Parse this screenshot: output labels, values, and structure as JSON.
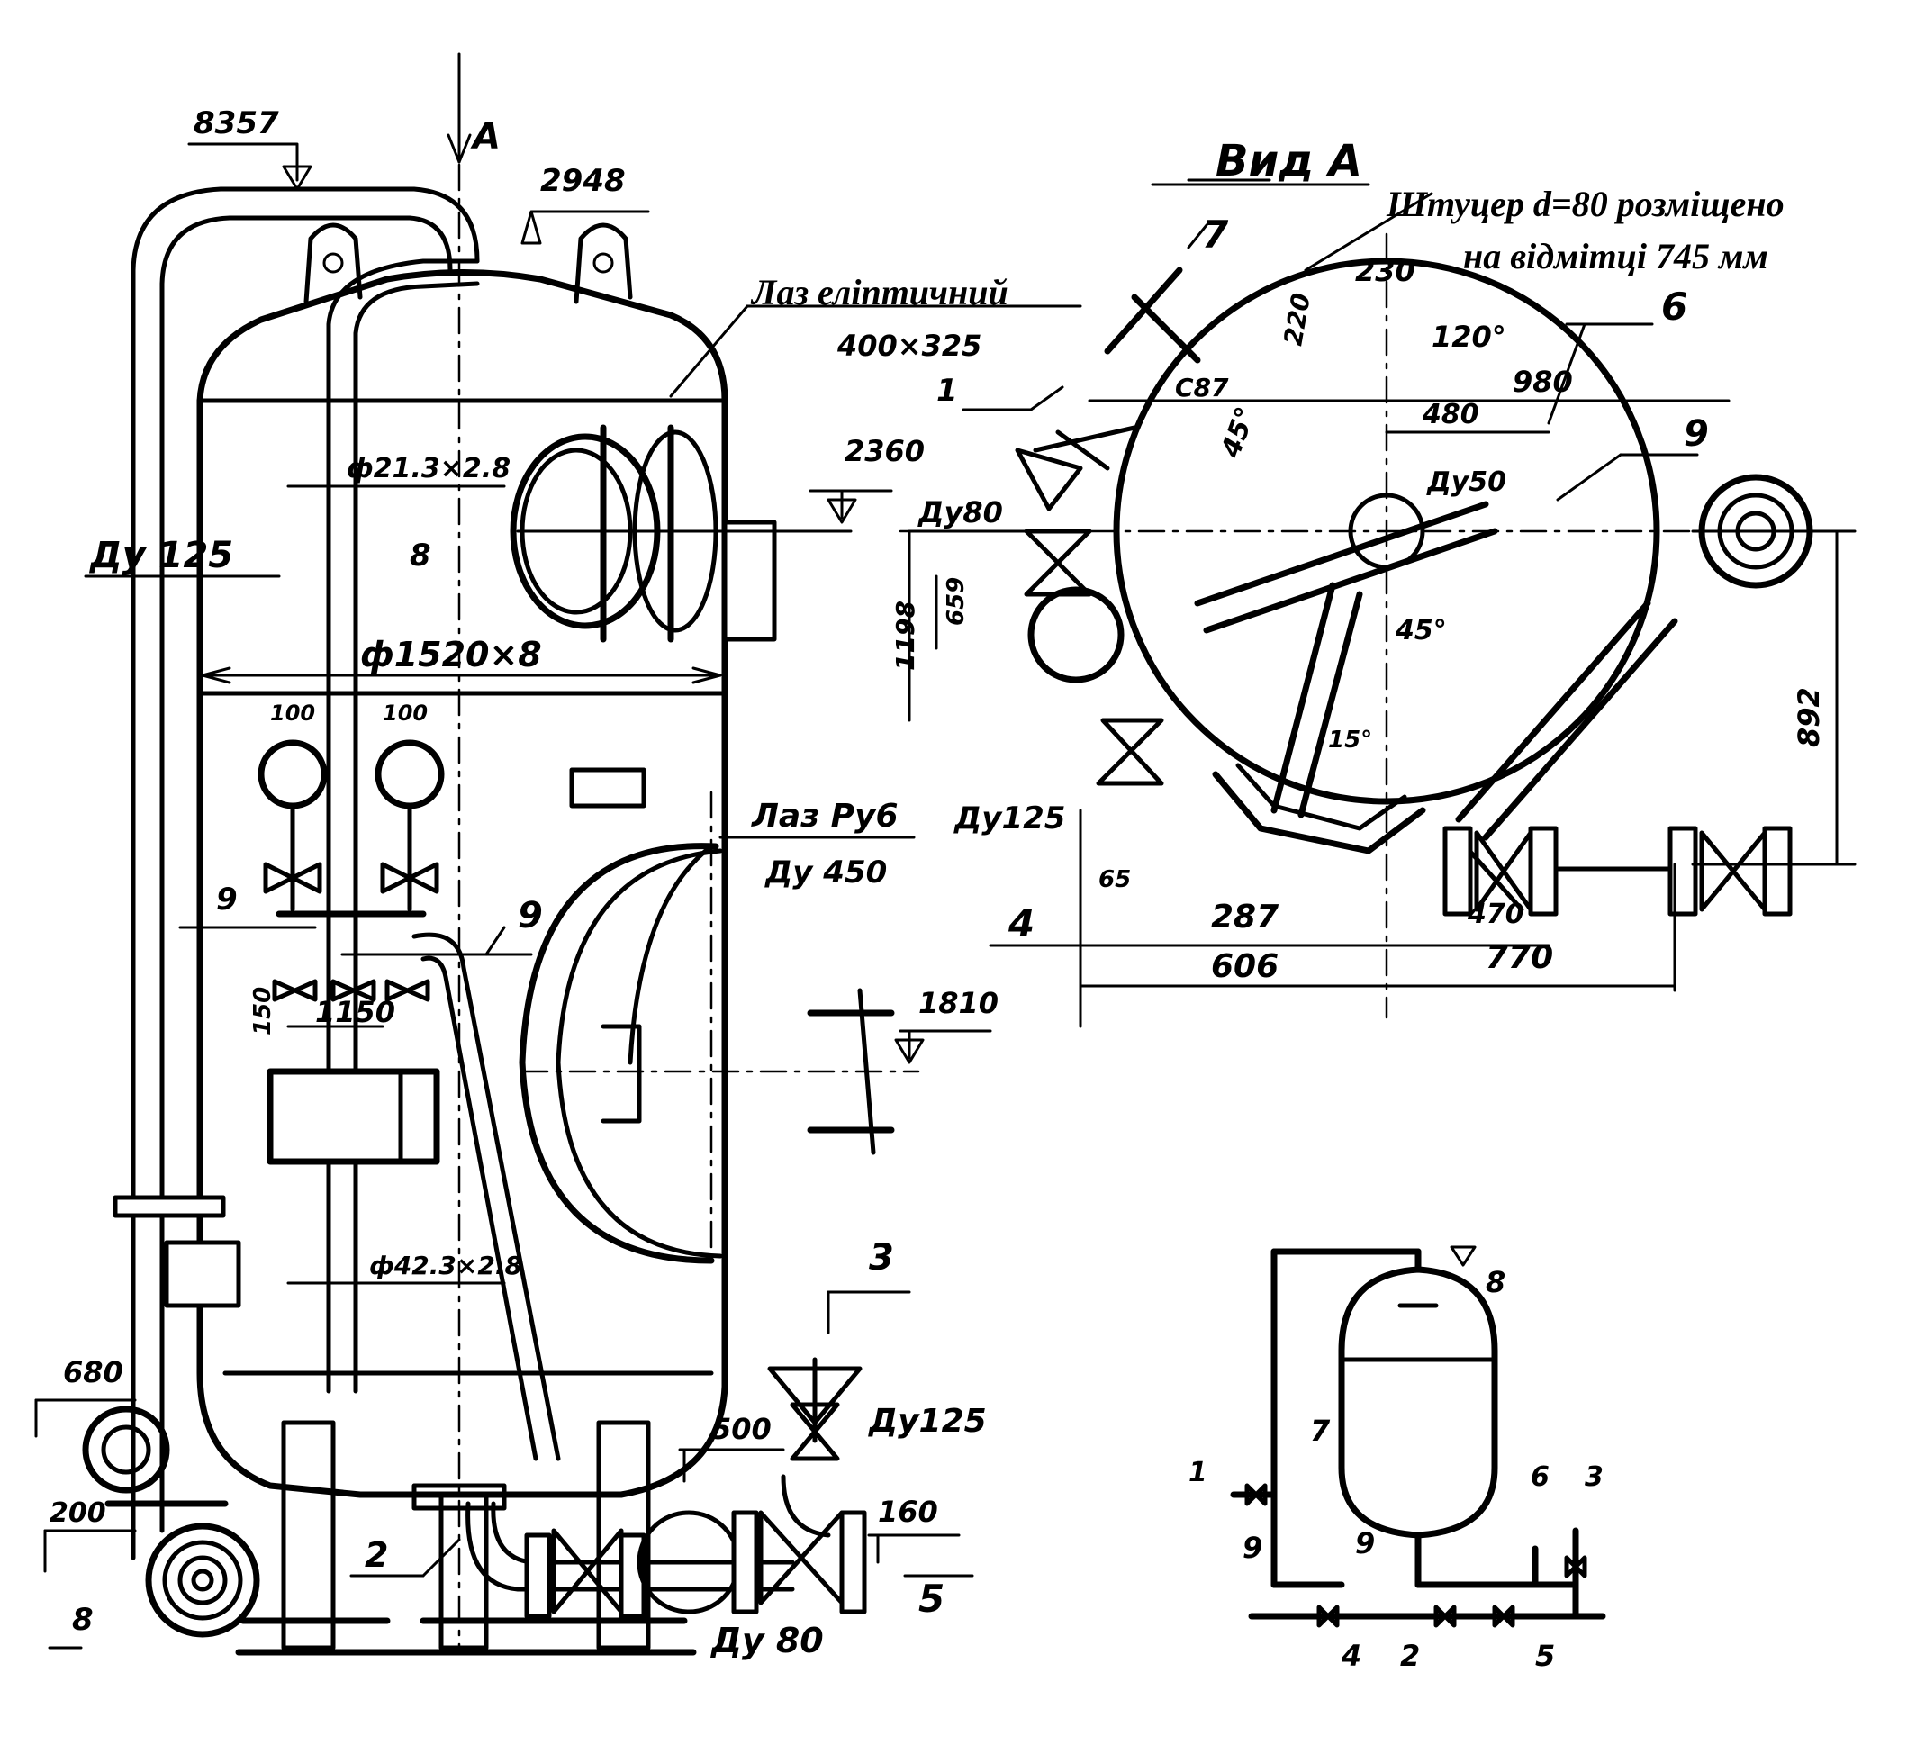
{
  "labels": {
    "dim_8357": "8357",
    "view_arrow_a": "A",
    "dim_2948": "2948",
    "laz_elliptic_title": "Лаз еліптичний",
    "laz_elliptic_size": "400×325",
    "dim_2360": "2360",
    "pipe_21": "ф21.3×2.8",
    "label_8_upper": "8",
    "du_125_top": "Ду 125",
    "shell_diameter": "ф1520×8",
    "dim_100_a": "100",
    "dim_100_b": "100",
    "label_9_left": "9",
    "label_9_mid": "9",
    "dim_150": "150",
    "dim_1150": "1150",
    "laz_ru6": "Лаз Ру6",
    "laz_du450": "Ду 450",
    "dim_1810": "1810",
    "pipe_42": "ф42.3×2.8",
    "label_3_main": "3",
    "du125_right": "Ду125",
    "dim_680": "680",
    "dim_500": "500",
    "dim_160": "160",
    "dim_200": "200",
    "label_5_main": "5",
    "label_8_bottom": "8",
    "label_2_main": "2",
    "du80_bottom": "Ду 80"
  },
  "view_a": {
    "title": "Вид А",
    "note_line1": "Штуцер d=80 розміщено",
    "note_line2": "на відмітці 745 мм",
    "label_7": "7",
    "label_6": "6",
    "label_1": "1",
    "label_9": "9",
    "label_4": "4",
    "dim_230": "230",
    "dim_220": "220",
    "angle_120": "120°",
    "dim_980": "980",
    "dim_480": "480",
    "dim_c87": "C87",
    "du50": "Ду50",
    "du80": "Ду80",
    "dim_1198": "1198",
    "dim_659": "659",
    "angle_45_a": "45°",
    "angle_45_b": "45°",
    "angle_15": "15°",
    "du125": "Ду125",
    "dim_892": "892",
    "dim_287": "287",
    "dim_606": "606",
    "dim_770": "770",
    "dim_470": "470",
    "dim_65": "65"
  },
  "scheme": {
    "label_8": "8",
    "label_7": "7",
    "label_1": "1",
    "label_6": "6",
    "label_3": "3",
    "label_9a": "9",
    "label_9b": "9",
    "label_4": "4",
    "label_2": "2",
    "label_5": "5"
  }
}
